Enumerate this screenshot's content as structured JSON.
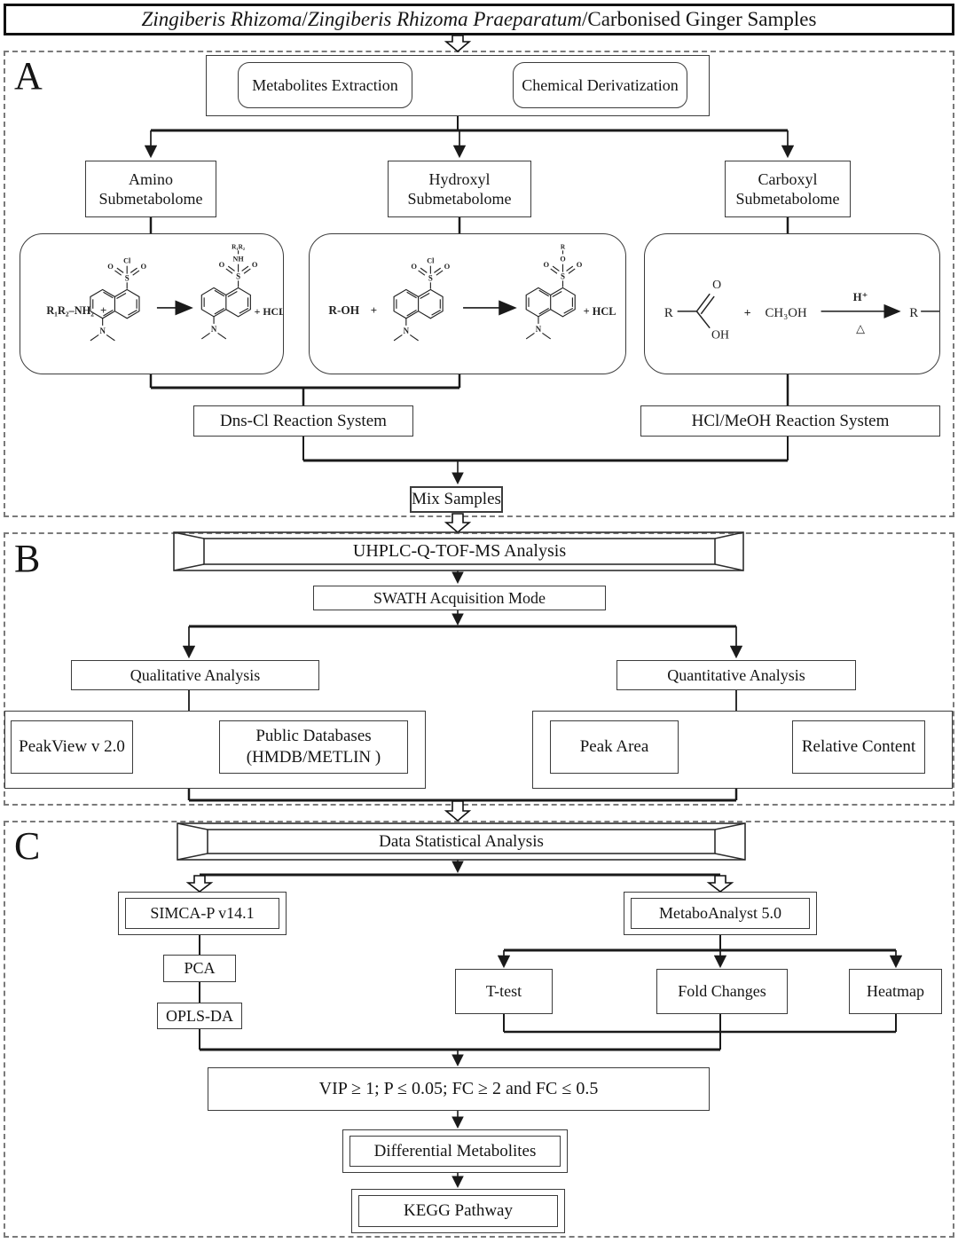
{
  "title": {
    "italic1": "Zingiberis Rhizoma",
    "sep1": " / ",
    "italic2": "Zingiberis Rhizoma Praeparatum",
    "sep2": " / ",
    "normal": "Carbonised Ginger Samples"
  },
  "colors": {
    "line": "#1a1a1a",
    "box_border": "#3c3c3c",
    "panel_dash": "#7a7a7a",
    "background": "#ffffff"
  },
  "panel_a": {
    "label": "A",
    "metabolites_extraction": "Metabolites Extraction",
    "chemical_derivatization": "Chemical Derivatization",
    "amino_line1": "Amino",
    "amino_line2": "Submetabolome",
    "hydroxyl_line1": "Hydroxyl",
    "hydroxyl_line2": "Submetabolome",
    "carboxyl_line1": "Carboxyl",
    "carboxyl_line2": "Submetabolome",
    "dnscl_system": "Dns-Cl Reaction System",
    "hclmeoh_system": "HCl/MeOH Reaction System",
    "mix_samples": "Mix Samples",
    "chem": {
      "amine": "R₁R₂–NH₂",
      "roh": "R-OH",
      "plus": "+",
      "hcl": "+ HCL",
      "s": "S",
      "o": "O",
      "n": "N",
      "cl": "Cl",
      "nh": "NH",
      "r1r2": "R₁R₂",
      "r": "R",
      "oh": "OH",
      "ch3oh": "CH₃OH",
      "hplus": "H⁺",
      "delta": "△"
    }
  },
  "panel_b": {
    "label": "B",
    "uhplc": "UHPLC-Q-TOF-MS Analysis",
    "swath": "SWATH Acquisition Mode",
    "qualitative": "Qualitative Analysis",
    "quantitative": "Quantitative Analysis",
    "peakview": "PeakView v 2.0",
    "public_db_line1": "Public Databases",
    "public_db_line2": "(HMDB/METLIN )",
    "peak_area": "Peak Area",
    "relative_content": "Relative Content"
  },
  "panel_c": {
    "label": "C",
    "dsa": "Data Statistical Analysis",
    "simca": "SIMCA-P v14.1",
    "metabo": "MetaboAnalyst 5.0",
    "pca": "PCA",
    "opls": "OPLS-DA",
    "ttest": "T-test",
    "fold_changes": "Fold Changes",
    "heatmap": "Heatmap",
    "criteria": "VIP ≥ 1; P ≤ 0.05; FC ≥ 2 and FC ≤ 0.5",
    "diff_metabolites": "Differential Metabolites",
    "kegg": "KEGG Pathway"
  }
}
